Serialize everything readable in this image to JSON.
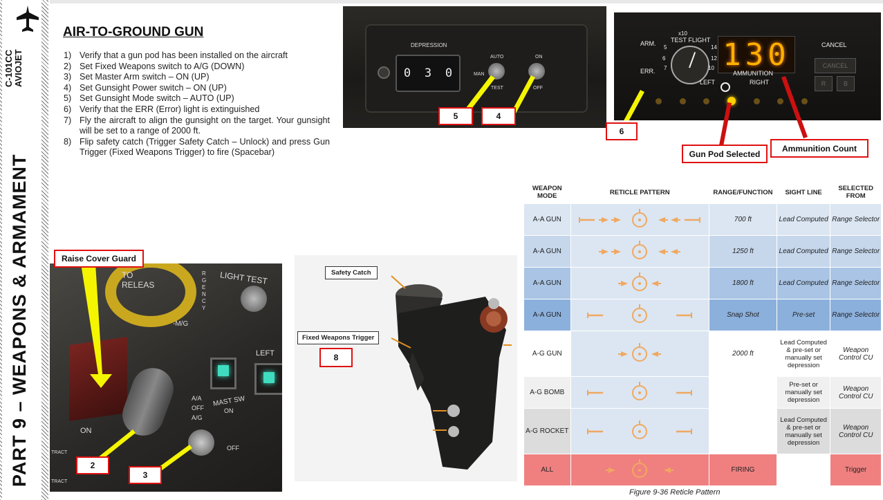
{
  "sidebar": {
    "aircraft_line1": "C-101CC",
    "aircraft_line2": "AVIOJET",
    "section_title": "PART 9 – WEAPONS & ARMAMENT"
  },
  "heading": "AIR-TO-GROUND GUN",
  "steps": [
    {
      "num": "1)",
      "text": "Verify that a gun pod has been installed on the aircraft"
    },
    {
      "num": "2)",
      "text": "Set Fixed Weapons switch to A/G (DOWN)"
    },
    {
      "num": "3)",
      "text": "Set Master Arm switch – ON (UP)"
    },
    {
      "num": "4)",
      "text": "Set Gunsight Power switch – ON  (UP)"
    },
    {
      "num": "5)",
      "text": "Set Gunsight Mode switch – AUTO  (UP)"
    },
    {
      "num": "6)",
      "text": "Verify that the ERR (Error) light is extinguished"
    },
    {
      "num": "7)",
      "text": "Fly the aircraft to align the gunsight on the target. Your gunsight will be set to a range of 2000 ft."
    },
    {
      "num": "8)",
      "text": "Flip safety catch (Trigger Safety Catch – Unlock) and press Gun Trigger (Fixed Weapons Trigger) to fire (Spacebar)"
    }
  ],
  "panel1": {
    "depression_label": "DEPRESSION",
    "digits": [
      "0",
      "3",
      "0"
    ],
    "man_label": "MAN",
    "auto_label": "AUTO",
    "test_label": "TEST",
    "on_label": "ON",
    "off_label": "OFF",
    "callout_5": "5",
    "callout_4": "4"
  },
  "panel2": {
    "arm_label": "ARM.",
    "err_label": "ERR.",
    "x10_label": "x10",
    "test_flight_label": "TEST FLIGHT",
    "dial_nums": [
      "5",
      "14",
      "6",
      "12",
      "7",
      "10"
    ],
    "count": "130",
    "ammunition_label": "AMMUNITION",
    "left_label": "LEFT",
    "right_label": "RIGHT",
    "cancel_label": "CANCEL",
    "cancel_btn": "CANCEL",
    "r_btn": "R",
    "b_btn": "B",
    "callout_6": "6",
    "gun_pod_selected": "Gun Pod Selected",
    "ammunition_count": "Ammunition Count"
  },
  "cockpit_photo": {
    "raise_cover_guard": "Raise Cover Guard",
    "callout_2": "2",
    "callout_3": "3",
    "panel_texts": [
      "LIGHT TEST",
      "TO RELEAS",
      "R G E N C Y",
      "-M/G",
      "LEFT",
      "A/A",
      "OFF",
      "A/G",
      "MAST SW",
      "ON",
      "OFF",
      "ON",
      "TRACT",
      "TRACT"
    ]
  },
  "stick": {
    "safety_catch": "Safety Catch",
    "fixed_weapons_trigger": "Fixed Weapons Trigger",
    "callout_8": "8"
  },
  "table": {
    "headers": [
      "WEAPON MODE",
      "RETICLE PATTERN",
      "RANGE/FUNCTION",
      "SIGHT LINE",
      "SELECTED FROM"
    ],
    "rows": [
      {
        "mode": "A-A GUN",
        "range": "700 ft",
        "sight": "Lead Computed",
        "from": "Range Selector",
        "reticle": "aa700"
      },
      {
        "mode": "A-A GUN",
        "range": "1250 ft",
        "sight": "Lead Computed",
        "from": "Range Selector",
        "reticle": "aa1250"
      },
      {
        "mode": "A-A GUN",
        "range": "1800 ft",
        "sight": "Lead Computed",
        "from": "Range Selector",
        "reticle": "aa1800"
      },
      {
        "mode": "A-A GUN",
        "range": "Snap Shot",
        "sight": "Pre-set",
        "from": "Range Selector",
        "reticle": "snap"
      },
      {
        "mode": "A-G GUN",
        "range": "2000 ft",
        "sight": "Lead Computed & pre-set or manually set depression",
        "from": "Weapon Control CU",
        "reticle": "ag"
      },
      {
        "mode": "A-G BOMB",
        "range": "",
        "sight": "Pre-set or manually set depression",
        "from": "Weapon Control CU",
        "reticle": "snap"
      },
      {
        "mode": "A-G ROCKET",
        "range": "",
        "sight": "Lead Computed & pre-set or manually set depression",
        "from": "Weapon Control CU",
        "reticle": "snap"
      },
      {
        "mode": "ALL",
        "range": "FIRING",
        "sight": "",
        "from": "Trigger",
        "reticle": "all"
      }
    ],
    "row_colors": [
      "#dbe6f2",
      "#c6d7ec",
      "#a9c4e4",
      "#8cb0dc",
      "#ffffff",
      "#f0f0f0",
      "#dcdcdc",
      "#f08080"
    ],
    "caption": "Figure 9-36 Reticle Pattern"
  },
  "colors": {
    "callout_red": "#e01010",
    "arrow_yellow": "#f5f500",
    "arrow_red": "#cc1010",
    "led": "#ffb000"
  }
}
